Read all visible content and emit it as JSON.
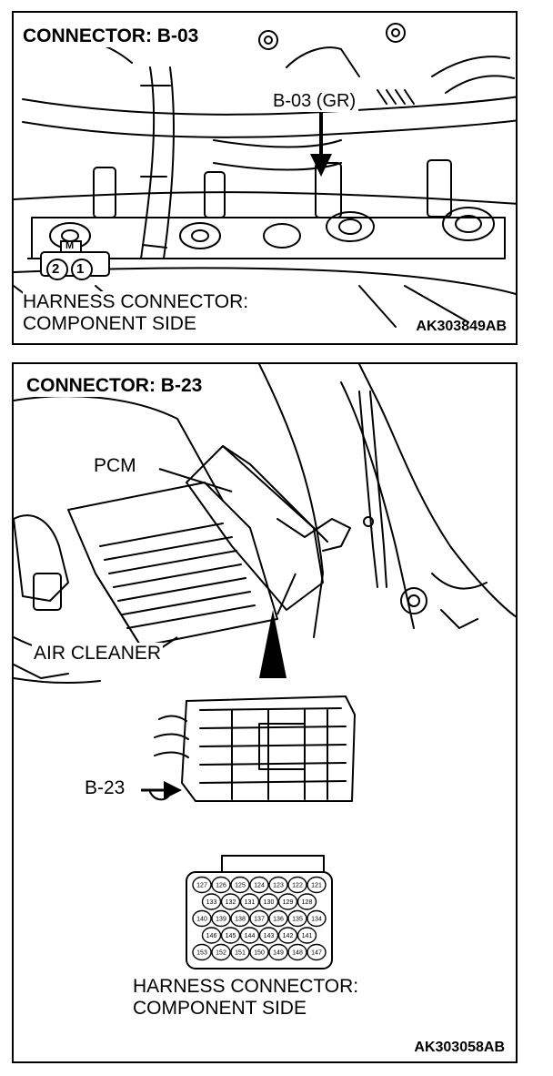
{
  "panel1": {
    "title": "CONNECTOR: B-03",
    "connector_label": "B-03 (GR)",
    "plug_marker": "M",
    "plug_pins": [
      "2",
      "1"
    ],
    "caption_line1": "HARNESS CONNECTOR:",
    "caption_line2": "COMPONENT SIDE",
    "code": "AK303849AB"
  },
  "panel2": {
    "title": "CONNECTOR: B-23",
    "label_pcm": "PCM",
    "label_air_cleaner": "AIR CLEANER",
    "label_b23": "B-23",
    "connector_pins": [
      [
        "127",
        "126",
        "125",
        "124",
        "123",
        "122",
        "121"
      ],
      [
        "133",
        "132",
        "131",
        "130",
        "129",
        "128"
      ],
      [
        "140",
        "139",
        "138",
        "137",
        "136",
        "135",
        "134"
      ],
      [
        "146",
        "145",
        "144",
        "143",
        "142",
        "141"
      ],
      [
        "153",
        "152",
        "151",
        "150",
        "149",
        "148",
        "147"
      ]
    ],
    "caption_line1": "HARNESS CONNECTOR:",
    "caption_line2": "COMPONENT SIDE",
    "code": "AK303058AB"
  }
}
